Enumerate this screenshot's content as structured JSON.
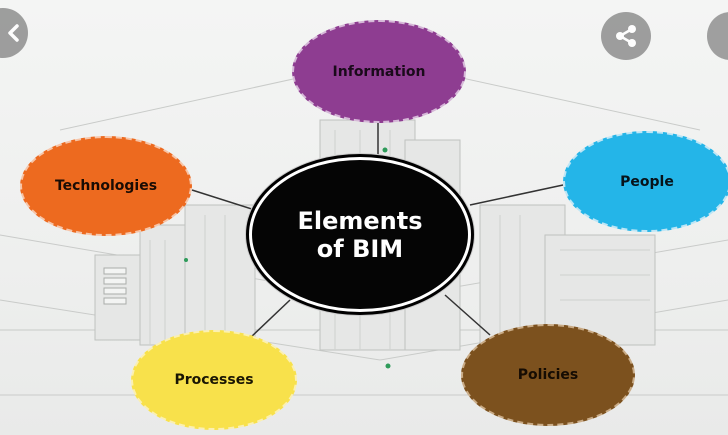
{
  "diagram": {
    "center": {
      "line1": "Elements",
      "line2": "of BIM"
    },
    "nodes": {
      "information": "Information",
      "technologies": "Technologies",
      "people": "People",
      "processes": "Processes",
      "policies": "Policies"
    }
  },
  "colors": {
    "information": "#8e3d91",
    "technologies": "#ed6a1f",
    "people": "#24b5e8",
    "processes": "#f8e14b",
    "policies": "#7c511e",
    "center": "#050505"
  },
  "icons": {
    "back": "chevron-left-icon",
    "share": "share-icon"
  }
}
